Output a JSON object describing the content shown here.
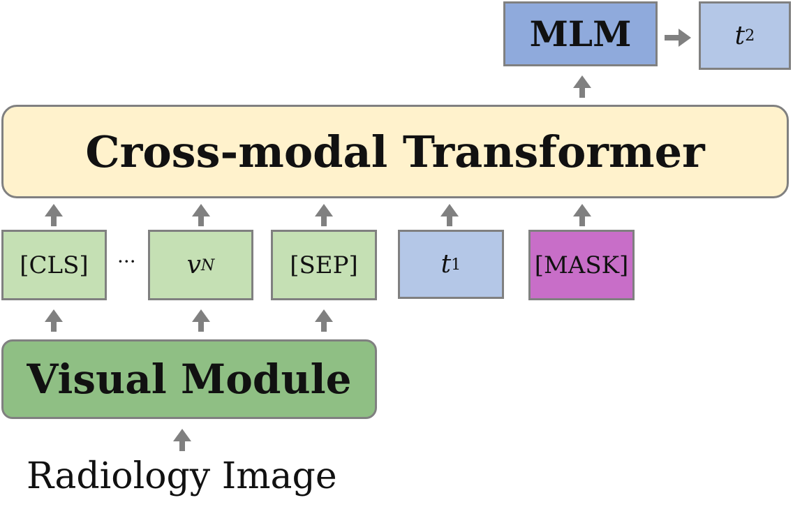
{
  "mlm_box": {
    "label": "MLM",
    "color": "#8faadc"
  },
  "output_token": {
    "symbol": "t",
    "subscript": "2",
    "color": "#b4c7e7"
  },
  "transformer": {
    "label": "Cross-modal Transformer",
    "color": "#fff2cc"
  },
  "tokens": {
    "cls": {
      "label": "[CLS]",
      "color": "#c5e0b4"
    },
    "ellipsis": "···",
    "vn": {
      "symbol": "v",
      "subscript": "N",
      "color": "#c5e0b4"
    },
    "sep": {
      "label": "[SEP]",
      "color": "#c5e0b4"
    },
    "t1": {
      "symbol": "t",
      "subscript": "1",
      "color": "#b4c7e7"
    },
    "mask": {
      "label": "[MASK]",
      "color": "#c86ec8"
    }
  },
  "visual_module": {
    "label": "Visual Module",
    "color": "#8fbf84"
  },
  "input_caption": "Radiology Image",
  "arrow_color": "#808080"
}
